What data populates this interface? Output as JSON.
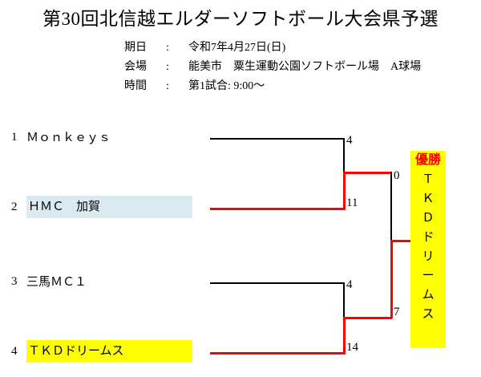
{
  "title": "第30回北信越エルダーソフトボール大会県予選",
  "info": [
    {
      "label": "期日",
      "colon": ":",
      "value": "令和7年4月27日(日)"
    },
    {
      "label": "会場",
      "colon": ":",
      "value": "能美市　粟生運動公園ソフトボール場　A球場"
    },
    {
      "label": "時間",
      "colon": ":",
      "value": "第1試合: 9:00〜"
    }
  ],
  "bracket": {
    "teams": [
      {
        "seed": "1",
        "name": "Ｍｏｎｋｅｙｓ",
        "highlight": "none"
      },
      {
        "seed": "2",
        "name": "ＨＭＣ　加賀",
        "highlight": "blue"
      },
      {
        "seed": "3",
        "name": "三馬ＭＣ１",
        "highlight": "none"
      },
      {
        "seed": "4",
        "name": "ＴＫＤドリームス",
        "highlight": "yellow"
      }
    ],
    "scores": {
      "semi1_top": "4",
      "semi1_bottom": "11",
      "semi2_top": "4",
      "semi2_bottom": "14",
      "final_top": "0",
      "final_bottom": "7"
    }
  },
  "champion": {
    "label": "優勝",
    "team_chars": [
      "Ｔ",
      "Ｋ",
      "Ｄ",
      "ド",
      "リ",
      "ー",
      "ム",
      "ス"
    ]
  },
  "colors": {
    "winner_line": "#ff0000",
    "loser_line": "#000000",
    "highlight_blue": "#dbe9f0",
    "highlight_yellow": "#ffff00",
    "champion_label": "#ff0000"
  }
}
